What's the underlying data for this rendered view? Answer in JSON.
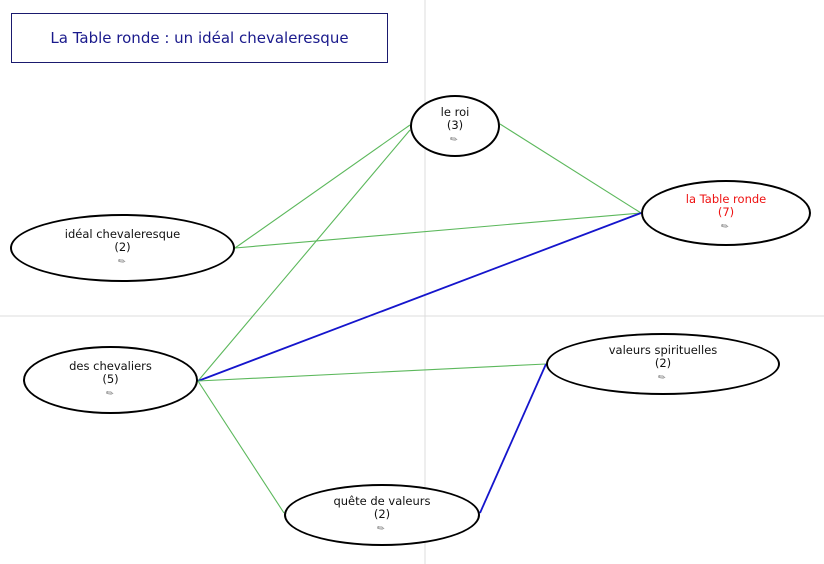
{
  "title": "La Table ronde : un idéal chevaleresque",
  "colors": {
    "title_text": "#1a1a8c",
    "title_border": "#1a1a6e",
    "highlight": "#ee1111",
    "edge_green": "#5cb85c",
    "edge_blue": "#1515cc",
    "grid": "#dcdcdc"
  },
  "nodes": {
    "roi": {
      "label": "le roi",
      "count": "(3)",
      "icon": "paperclip-icon"
    },
    "table_ronde": {
      "label": "la Table ronde",
      "count": "(7)",
      "icon": "paperclip-icon"
    },
    "ideal": {
      "label": "idéal chevaleresque",
      "count": "(2)",
      "icon": "paperclip-icon"
    },
    "chevaliers": {
      "label": "des chevaliers",
      "count": "(5)",
      "icon": "paperclip-icon"
    },
    "valeurs": {
      "label": "valeurs spirituelles",
      "count": "(2)",
      "icon": "paperclip-icon"
    },
    "quete": {
      "label": "quête de valeurs",
      "count": "(2)",
      "icon": "paperclip-icon"
    }
  },
  "edges": [
    {
      "from": "roi",
      "to": "table_ronde",
      "color": "green"
    },
    {
      "from": "roi",
      "to": "ideal",
      "color": "green"
    },
    {
      "from": "roi",
      "to": "chevaliers",
      "color": "green"
    },
    {
      "from": "ideal",
      "to": "table_ronde",
      "color": "green"
    },
    {
      "from": "chevaliers",
      "to": "table_ronde",
      "color": "blue"
    },
    {
      "from": "chevaliers",
      "to": "valeurs",
      "color": "green"
    },
    {
      "from": "chevaliers",
      "to": "quete",
      "color": "green"
    },
    {
      "from": "quete",
      "to": "valeurs",
      "color": "blue"
    }
  ]
}
